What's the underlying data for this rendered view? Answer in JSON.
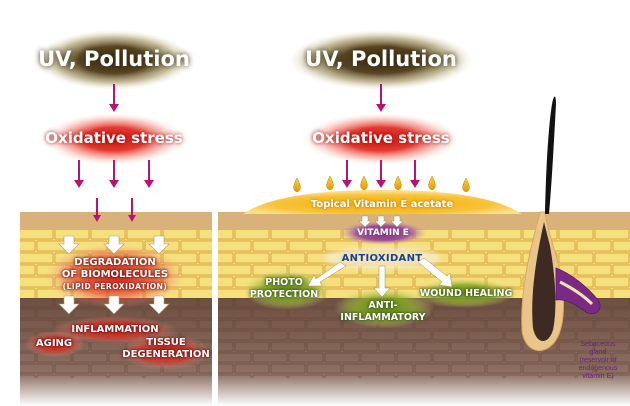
{
  "left_panel": {
    "uv_pollution": "UV, Pollution",
    "oxidative_stress": "Oxidative stress",
    "degradation_line1": "DEGRADATION",
    "degradation_line2": "OF BIOMOLECULES",
    "degradation_sub": "(LIPID PEROXIDATION)",
    "inflammation": "INFLAMMATION",
    "aging": "AGING",
    "tissue_line1": "TISSUE",
    "tissue_line2": "DEGENERATION"
  },
  "right_panel": {
    "uv_pollution": "UV, Pollution",
    "oxidative_stress": "Oxidative stress",
    "topical_vitamin_e": "Topical Vitamin E acetate",
    "vitamin_e": "VITAMIN E",
    "antioxidant": "ANTIOXIDANT",
    "photo_line1": "PHOTO",
    "photo_line2": "PROTECTION",
    "anti_line1": "ANTI-",
    "anti_line2": "INFLAMMATORY",
    "wound_healing": "WOUND HEALING",
    "sebaceous_line1": "Sebaceous",
    "sebaceous_line2": "gland",
    "sebaceous_line3": "(reservoir of",
    "sebaceous_line4": "endogenous",
    "sebaceous_line5": "vitamin E)"
  },
  "colors": {
    "skin_tan": "#d9b27a",
    "brick_yellow": "#f3d86c",
    "dermis_brown": "#6a4a3c",
    "arrow_magenta": "#b5156f",
    "red_glow": "#e0201a",
    "gold_oil": "#f2a300",
    "vitamin_purple": "#7a2a86",
    "green_glow": "#8cae2a"
  }
}
